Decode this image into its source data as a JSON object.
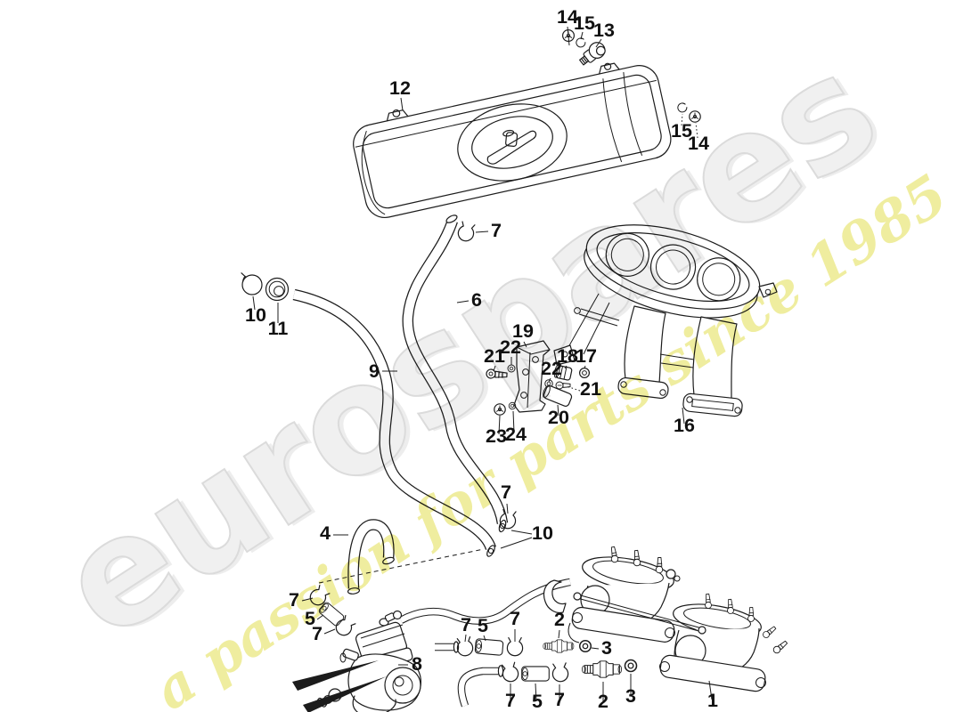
{
  "watermark": {
    "brand": "eurospares",
    "tagline": "a passion for parts since 1985",
    "brand_color": "#ececec",
    "tagline_color": "#e6e263"
  },
  "drawing": {
    "line_color": "#1c1c1c",
    "background_color": "#ffffff"
  },
  "callouts": {
    "c14_top": "14",
    "c15_top": "15",
    "c13_top": "13",
    "c12": "12",
    "c15_right": "15",
    "c14_right": "14",
    "c7_top": "7",
    "c6": "6",
    "c10_left": "10",
    "c11": "11",
    "c9": "9",
    "c19": "19",
    "c22_a": "22",
    "c21_a": "21",
    "c18": "18",
    "c17": "17",
    "c22_b": "22",
    "c21_b": "21",
    "c20": "20",
    "c23": "23",
    "c24": "24",
    "c16": "16",
    "c7_mid": "7",
    "c10_mid": "10",
    "c4": "4",
    "c7_a": "7",
    "c5_a": "5",
    "c7_b": "7",
    "c8": "8",
    "c7_c": "7",
    "c5_b": "5",
    "c7_d": "7",
    "c2_up": "2",
    "c3_up": "3",
    "c7_e": "7",
    "c5_c": "5",
    "c7_f": "7",
    "c2_low": "2",
    "c3_low": "3",
    "c1": "1"
  }
}
